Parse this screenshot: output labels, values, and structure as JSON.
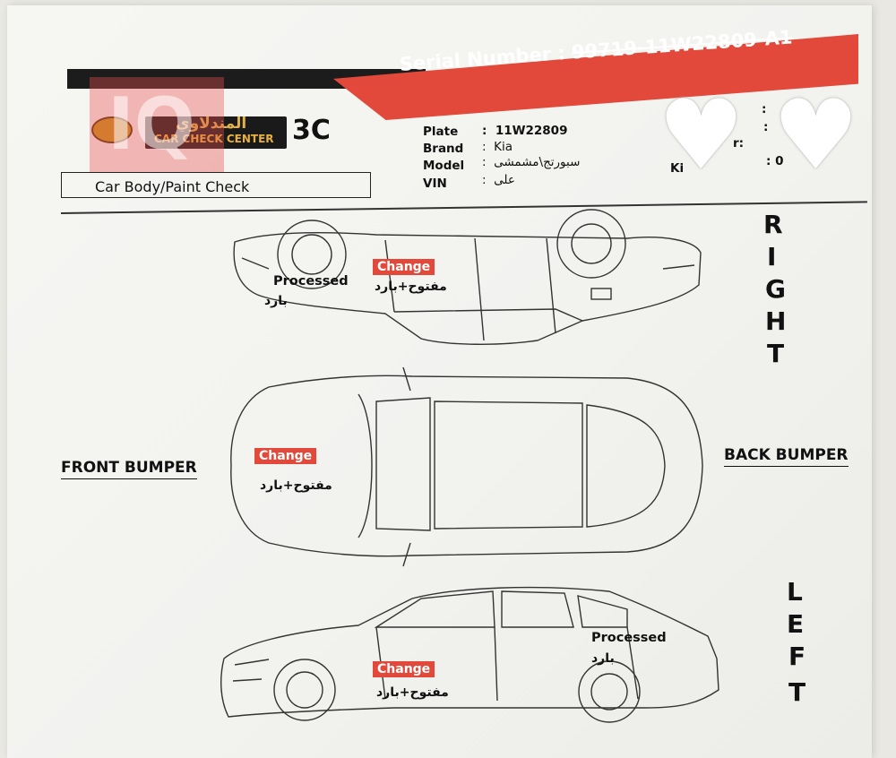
{
  "header": {
    "serial_label": "Serial Number :",
    "serial_value": "99719-11W22809-A1",
    "logo_arabic": "المندلاوي",
    "logo_english": "CAR CHECK CENTER",
    "code": "3C",
    "watermark": "IQ"
  },
  "section_title": "Car Body/Paint Check",
  "vehicle": {
    "fields": [
      {
        "label": "Plate",
        "value": "11W22809"
      },
      {
        "label": "Brand",
        "value": "Kia"
      },
      {
        "label": "Model",
        "value": "سبورتج\\مشمشى"
      },
      {
        "label": "VIN",
        "value": "على"
      }
    ],
    "right_labels": [
      "er",
      "r:",
      "Ki"
    ],
    "right_values": [
      ":",
      ":",
      ": 0"
    ]
  },
  "orientation": {
    "right": [
      "R",
      "I",
      "G",
      "H",
      "T"
    ],
    "left": [
      "L",
      "E",
      "F",
      "T"
    ],
    "front_bumper": "FRONT BUMPER",
    "back_bumper": "BACK BUMPER"
  },
  "annotations": {
    "change": "Change",
    "change_note": "مفتوح+بارد",
    "processed": "Processed",
    "processed_note": "بارد"
  },
  "colors": {
    "accent": "#e2493a",
    "dark": "#1c1c1c",
    "logo_gold": "#e0b24a"
  }
}
